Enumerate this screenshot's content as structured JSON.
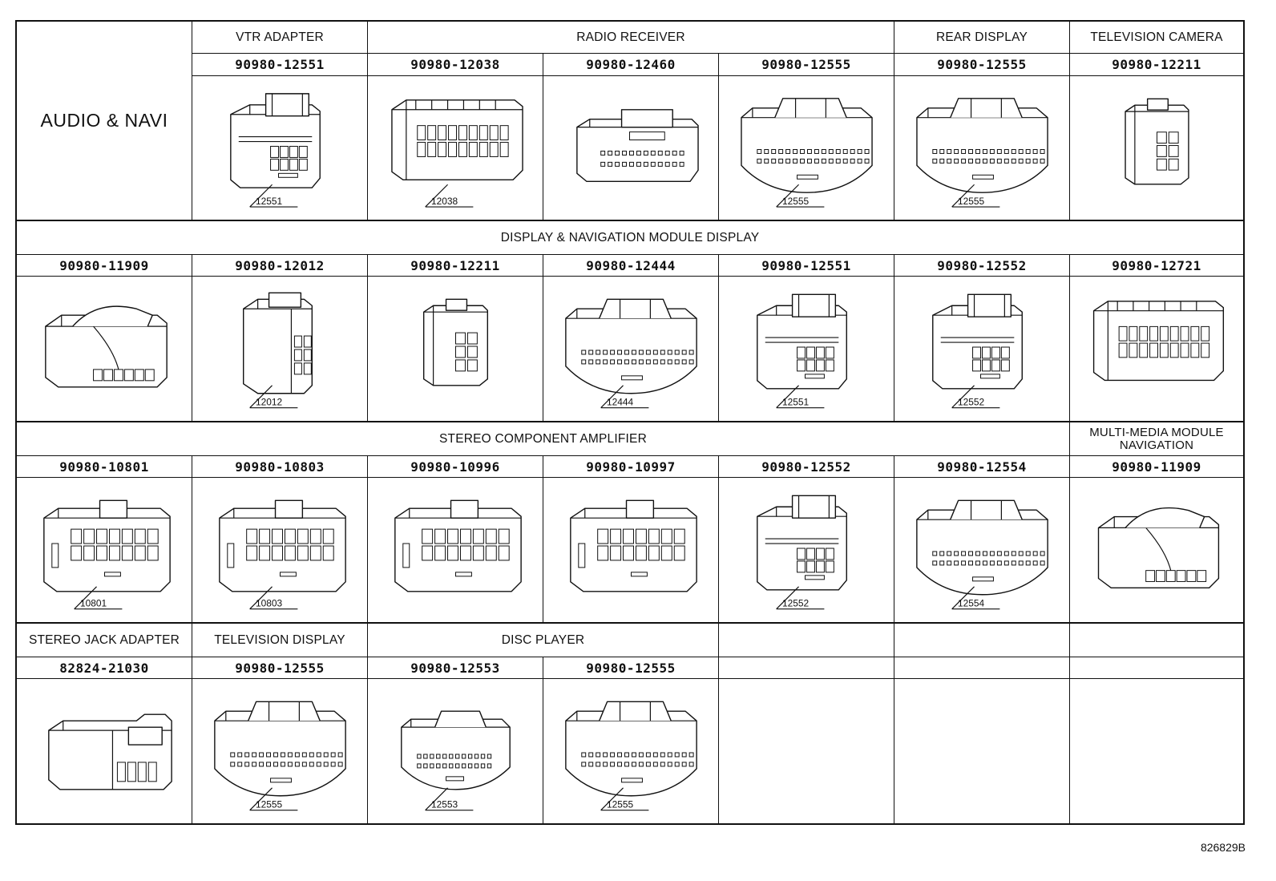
{
  "figure_code": "826829B",
  "section1": {
    "title": "AUDIO & NAVI",
    "group_headers": [
      "VTR ADAPTER",
      "RADIO RECEIVER",
      "REAR DISPLAY",
      "TELEVISION CAMERA"
    ],
    "parts": [
      "90980-12551",
      "90980-12038",
      "90980-12460",
      "90980-12555",
      "90980-12555",
      "90980-12211"
    ],
    "callouts": [
      "12551",
      "12038",
      "",
      "12555",
      "12555",
      ""
    ]
  },
  "section2": {
    "header": "DISPLAY & NAVIGATION MODULE DISPLAY",
    "parts": [
      "90980-11909",
      "90980-12012",
      "90980-12211",
      "90980-12444",
      "90980-12551",
      "90980-12552",
      "90980-12721"
    ],
    "callouts": [
      "",
      "12012",
      "",
      "12444",
      "12551",
      "12552",
      ""
    ]
  },
  "section3": {
    "header": "STEREO COMPONENT AMPLIFIER",
    "header2_line1": "MULTI-MEDIA MODULE",
    "header2_line2": "NAVIGATION",
    "parts": [
      "90980-10801",
      "90980-10803",
      "90980-10996",
      "90980-10997",
      "90980-12552",
      "90980-12554",
      "90980-11909"
    ],
    "callouts": [
      "10801",
      "10803",
      "",
      "",
      "12552",
      "12554",
      ""
    ]
  },
  "section4": {
    "group_headers": [
      "STEREO JACK ADAPTER",
      "TELEVISION DISPLAY",
      "DISC PLAYER"
    ],
    "parts": [
      "82824-21030",
      "90980-12555",
      "90980-12553",
      "90980-12555"
    ],
    "callouts": [
      "",
      "12555",
      "12553",
      "12555"
    ]
  }
}
